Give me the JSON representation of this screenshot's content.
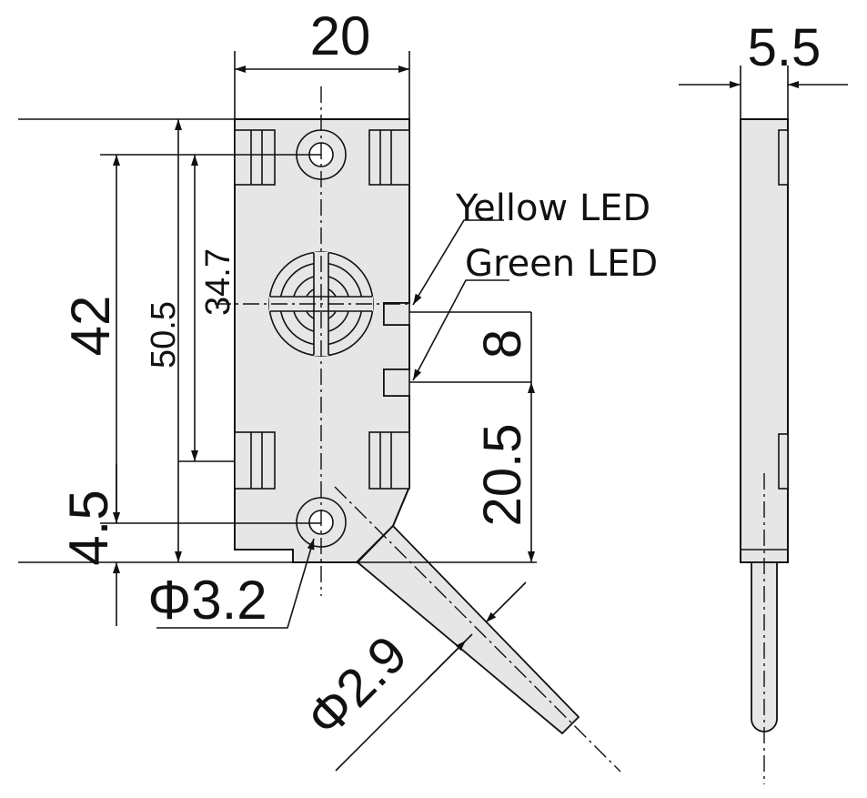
{
  "dimensions": {
    "width": "20",
    "thickness": "5.5",
    "length": "42",
    "overall_length": "50.5",
    "hole_pitch": "34.7",
    "hole_offset": "4.5",
    "led_pitch": "8",
    "led_height": "20.5",
    "hole_diameter": "Φ3.2",
    "cable_diameter": "Φ2.9"
  },
  "labels": {
    "yellow_led": "Yellow LED",
    "green_led": "Green LED"
  },
  "colors": {
    "part_fill": "#e6e6e6",
    "line": "#111111"
  }
}
